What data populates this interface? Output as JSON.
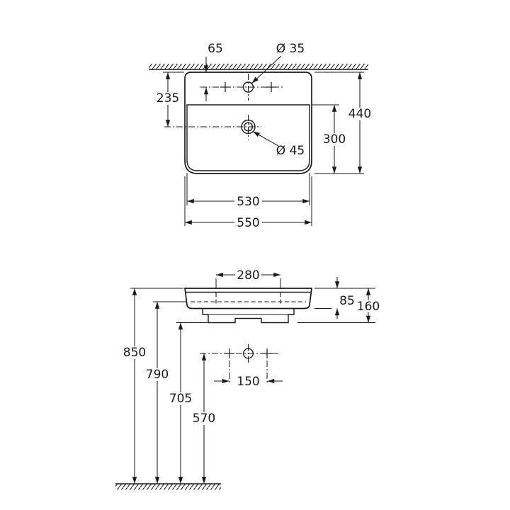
{
  "drawing": {
    "kind": "washbasin installation dimension drawing",
    "colors": {
      "ink": "#1a1a1a",
      "background": "#ffffff"
    },
    "top_view": {
      "hole_offset": "65",
      "tap_hole_dia": "Ø 35",
      "rear_to_drain": "235",
      "overall_depth": "440",
      "bowl_depth": "300",
      "drain_dia": "Ø 45",
      "bowl_width": "530",
      "overall_width": "550"
    },
    "front_view": {
      "tap_deck_width": "280",
      "apron_height": "85",
      "overall_height": "160",
      "connection_spacing": "150",
      "rim_height": "850",
      "hidden_rim_height": "790",
      "underside_height": "705",
      "connection_height": "570"
    }
  }
}
